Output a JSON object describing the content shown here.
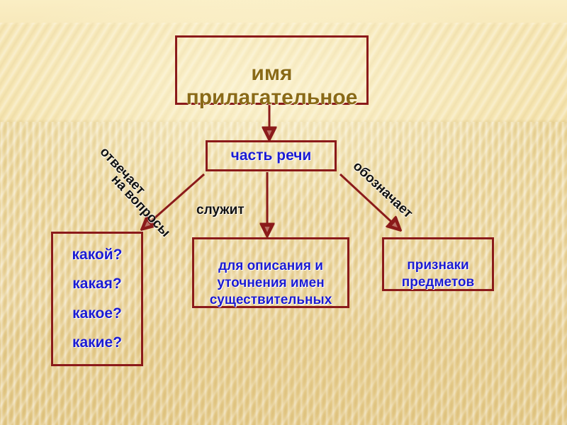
{
  "slide": {
    "title_box": {
      "text": "имя\nприлагательное"
    },
    "part_of_speech_box": {
      "text": "часть речи"
    },
    "questions_box": {
      "items": [
        "какой?",
        "какая?",
        "какое?",
        "какие?"
      ]
    },
    "description_box": {
      "text": "для описания и\nуточнения имен\nсуществительных"
    },
    "features_box": {
      "text": "признаки\nпредметов"
    },
    "connectors": {
      "answers_line1": "отвечает",
      "answers_line2": "на вопросы",
      "serves": "служит",
      "denotes": "обозначает"
    },
    "colors": {
      "border": "#8B1A1A",
      "arrow": "#8B1A1A",
      "blue_text": "#1b1bd2",
      "title_text": "#8a6a17",
      "label_text": "#111111",
      "background": "#f2e0a8"
    }
  }
}
